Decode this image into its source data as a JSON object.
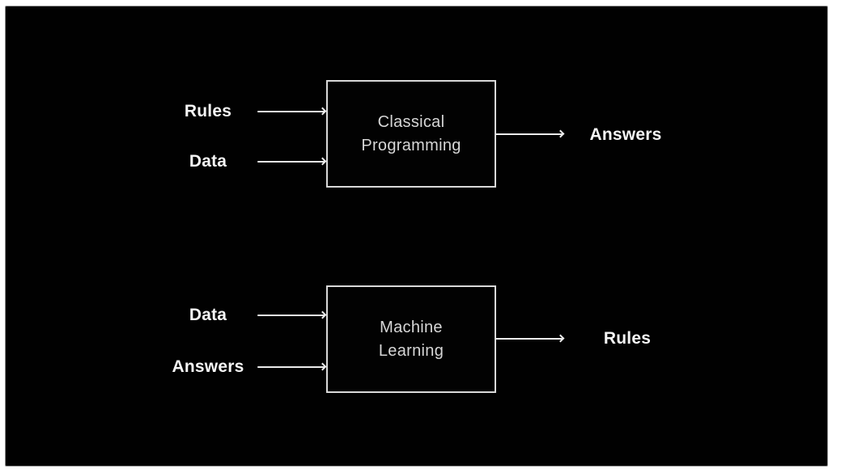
{
  "canvas": {
    "page_background": "#ffffff",
    "background": "#010101",
    "border_color": "#8e8e8e"
  },
  "colors": {
    "label_text": "#f5f5f5",
    "box_text": "#d6d6d6",
    "box_border": "#d9d9d9",
    "arrow": "#ececec"
  },
  "diagrams": [
    {
      "id": "classical-programming",
      "inputs": [
        {
          "label": "Rules"
        },
        {
          "label": "Data"
        }
      ],
      "box": {
        "line1": "Classical",
        "line2": "Programming"
      },
      "output": {
        "label": "Answers"
      }
    },
    {
      "id": "machine-learning",
      "inputs": [
        {
          "label": "Data"
        },
        {
          "label": "Answers"
        }
      ],
      "box": {
        "line1": "Machine",
        "line2": "Learning"
      },
      "output": {
        "label": "Rules"
      }
    }
  ]
}
